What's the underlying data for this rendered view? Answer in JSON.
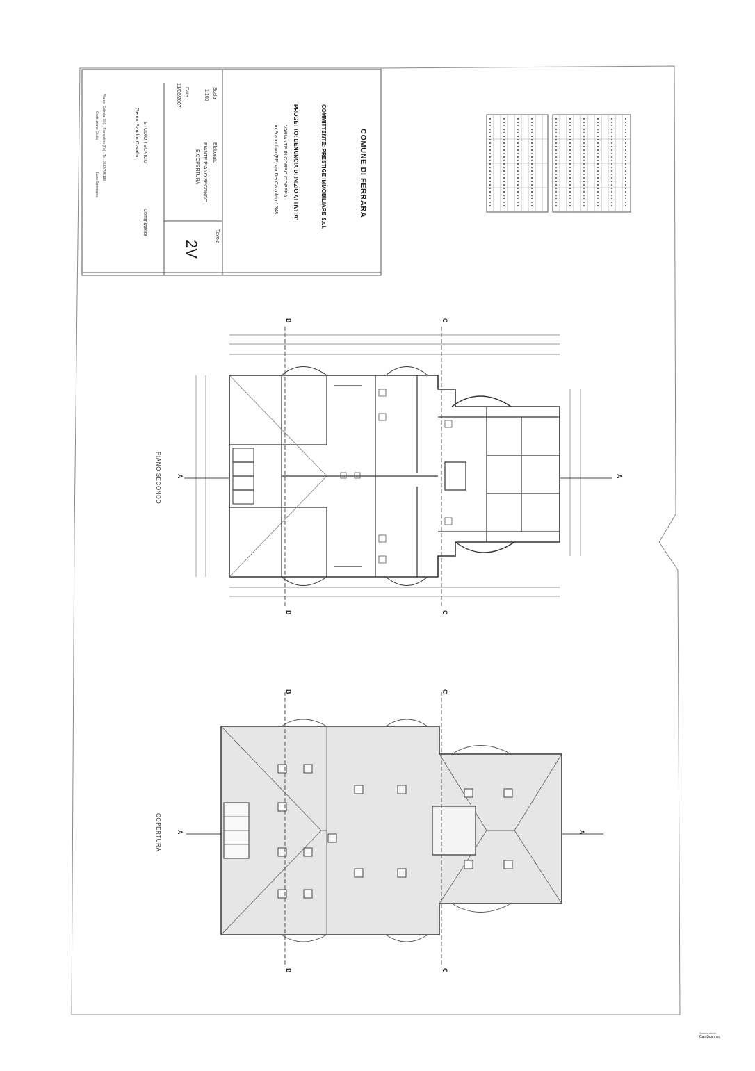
{
  "title_block": {
    "municipality": "COMUNE DI FERRARA",
    "client": "COMMITTENTE: PRESTIGE IMMOBILIARE S.r.l.",
    "project": "PROGETTO: DENUNCIA DI INIZIO ATTIVITA'",
    "project_line2": "VARIANTE IN CORSO D'OPERA",
    "project_line3": "in Francolino (FE) via Dei Calzolai n° 348",
    "scale_label": "Scala",
    "scale_value": "1:100",
    "date_label": "Data",
    "date_value": "11/06/2007",
    "drawing_label": "Elaborato",
    "drawing_value_1": "PIANTE PIANO SECONDO",
    "drawing_value_2": "E COPERTURA",
    "sheet_label": "Tavola",
    "sheet_value": "2V",
    "client_sign": "Committente",
    "studio": "STUDIO TECNICO",
    "engineer": "Geom. Sandro Claudio",
    "address": "Via dei Calzolai 300 - Francolino (Fe) - Tel. 0532/725130",
    "collaborators": "Costruzione Giulia",
    "collaborator2": "Luca Sammarco"
  },
  "plans": {
    "second_floor_title": "PIANO SECONDO",
    "roof_title": "COPERTURA",
    "section_a": "A",
    "section_b": "B",
    "section_c": "C"
  },
  "scanner": {
    "line1": "Scanned with",
    "line2": "CamScanner"
  }
}
